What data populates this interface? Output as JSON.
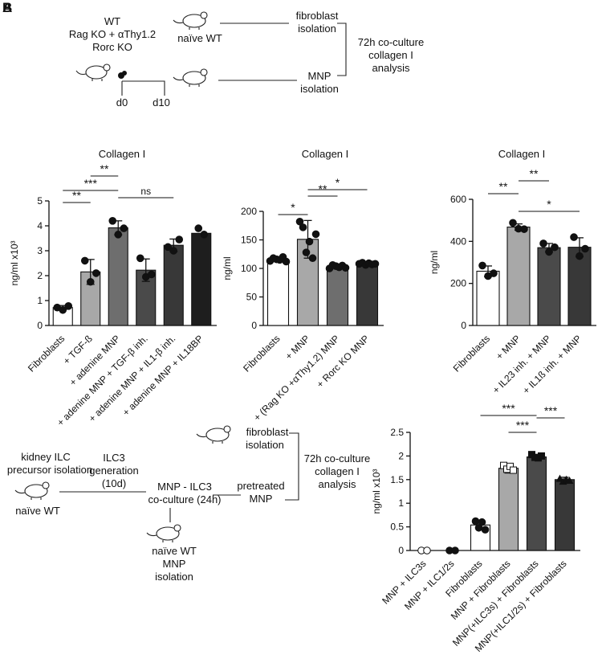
{
  "panel_letters": [
    "A",
    "B"
  ],
  "schematic_top": {
    "left_labels": [
      "WT",
      "Rag KO + αThy1.2",
      "Rorc KO"
    ],
    "timeline": [
      "d0",
      "d10"
    ],
    "mouse_label": "naïve WT",
    "fibroblast": [
      "fibroblast",
      "isolation"
    ],
    "mnp": [
      "MNP",
      "isolation"
    ],
    "coculture": [
      "72h co-culture",
      "collagen I",
      "analysis"
    ]
  },
  "schematic_bottom": {
    "kidney": [
      "kidney ILC",
      "precursor isolation"
    ],
    "naive": "naïve WT",
    "ilc3gen": [
      "ILC3",
      "generation",
      "(10d)"
    ],
    "mnp_ilc3": [
      "MNP - ILC3",
      "co-culture (24h)"
    ],
    "naive_mnp": [
      "naïve WT",
      "MNP",
      "isolation"
    ],
    "pretreated": [
      "pretreated",
      "MNP"
    ],
    "fibroblast": [
      "fibroblast",
      "isolation"
    ],
    "coculture": [
      "72h co-culture",
      "collagen I",
      "analysis"
    ]
  },
  "chart_data": [
    {
      "type": "bar",
      "title": "Collagen I",
      "ylabel": "ng/ml x10³",
      "ylim": [
        0,
        5
      ],
      "yticks": [
        0,
        1,
        2,
        3,
        4,
        5
      ],
      "categories": [
        "Fibroblasts",
        "+ TGF-ß",
        "+ adenine MNP",
        "+ adenine MNP + TGF-β inh.",
        "+ adenine MNP + IL1-β inh.",
        "+ adenine MNP + IL18BP"
      ],
      "values": [
        0.72,
        2.15,
        3.92,
        2.22,
        3.22,
        3.7
      ],
      "errors": [
        0.08,
        0.5,
        0.28,
        0.45,
        0.25,
        0
      ],
      "fills": [
        "#ffffff",
        "#a8a8a8",
        "#6e6e6e",
        "#4a4a4a",
        "#383838",
        "#1e1e1e"
      ],
      "points": [
        [
          0.72,
          0.62,
          0.78
        ],
        [
          2.6,
          1.75,
          2.1
        ],
        [
          4.2,
          3.65,
          3.9
        ],
        [
          2.7,
          1.95,
          2.05
        ],
        [
          3.15,
          3.0,
          3.45
        ],
        [
          3.9,
          3.65
        ]
      ],
      "point_marker": "circle",
      "significance": [
        {
          "from": 0,
          "to": 1,
          "label": "**"
        },
        {
          "from": 0,
          "to": 2,
          "label": "***"
        },
        {
          "from": 1,
          "to": 2,
          "label": "**"
        },
        {
          "from": 2,
          "to": 4,
          "label": "ns"
        }
      ]
    },
    {
      "type": "bar",
      "title": "Collagen I",
      "ylabel": "ng/ml",
      "ylim": [
        0,
        200
      ],
      "yticks": [
        0,
        50,
        100,
        150,
        200
      ],
      "categories": [
        "Fibroblasts",
        "+ MNP",
        "+ (Rag KO +αThy1.2) MNP",
        "+ Rorc KO MNP"
      ],
      "values": [
        116,
        151,
        103,
        108
      ],
      "errors": [
        4,
        33,
        4,
        3
      ],
      "fills": [
        "#ffffff",
        "#a8a8a8",
        "#6e6e6e",
        "#383838"
      ],
      "points": [
        [
          113,
          118,
          116,
          115,
          120,
          112
        ],
        [
          182,
          172,
          128,
          147,
          118,
          160
        ],
        [
          100,
          106,
          104,
          102,
          105,
          101
        ],
        [
          108,
          110,
          106,
          109,
          107,
          108
        ]
      ],
      "point_marker": "circle",
      "significance": [
        {
          "from": 0,
          "to": 1,
          "label": "*"
        },
        {
          "from": 1,
          "to": 2,
          "label": "**"
        },
        {
          "from": 1,
          "to": 3,
          "label": "*"
        }
      ]
    },
    {
      "type": "bar",
      "title": "Collagen I",
      "ylabel": "ng/ml",
      "ylim": [
        0,
        600
      ],
      "yticks": [
        0,
        200,
        400,
        600
      ],
      "categories": [
        "Fibroblasts",
        "+ MNP",
        "+ IL23 inh. + MNP",
        "+ IL1ß inh. + MNP"
      ],
      "values": [
        258,
        468,
        370,
        372
      ],
      "errors": [
        25,
        15,
        20,
        45
      ],
      "fills": [
        "#ffffff",
        "#a8a8a8",
        "#4a4a4a",
        "#383838"
      ],
      "points": [
        [
          285,
          235,
          248
        ],
        [
          488,
          460,
          458
        ],
        [
          390,
          350,
          372
        ],
        [
          420,
          330,
          365
        ]
      ],
      "point_marker": "circle",
      "significance": [
        {
          "from": 0,
          "to": 1,
          "label": "**"
        },
        {
          "from": 1,
          "to": 2,
          "label": "**"
        },
        {
          "from": 1,
          "to": 3,
          "label": "*"
        }
      ]
    },
    {
      "type": "bar",
      "title": "",
      "ylabel": "ng/ml x10³",
      "ylim": [
        0,
        2.5
      ],
      "yticks": [
        0,
        0.5,
        1,
        1.5,
        2,
        2.5
      ],
      "categories": [
        "MNP + ILC3s",
        "MNP + ILC1/2s",
        "Fibroblasts",
        "MNP + Fibroblasts",
        "MNP(+ILC3s) + Fibroblasts",
        "MNP(+ILC1/2s) + Fibroblasts"
      ],
      "values": [
        0,
        0,
        0.54,
        1.74,
        1.98,
        1.5
      ],
      "errors": [
        0,
        0,
        0.08,
        0.1,
        0.05,
        0.05
      ],
      "fills": [
        "#ffffff",
        "#ffffff",
        "#ffffff",
        "#a8a8a8",
        "#4a4a4a",
        "#383838"
      ],
      "points": [
        [
          0,
          0
        ],
        [
          0,
          0
        ],
        [
          0.62,
          0.48,
          0.6,
          0.44
        ],
        [
          1.8,
          1.72,
          1.78,
          1.7
        ],
        [
          2.03,
          1.97,
          1.96,
          2.0
        ],
        [
          1.52,
          1.46,
          1.5,
          1.48
        ]
      ],
      "point_markers": [
        "circle-open",
        "circle",
        "circle",
        "square-open",
        "square",
        "triangle"
      ],
      "significance": [
        {
          "from": 3,
          "to": 4,
          "label": "***"
        },
        {
          "from": 2,
          "to": 4,
          "label": "***"
        },
        {
          "from": 4,
          "to": 5,
          "label": "***"
        }
      ]
    }
  ]
}
